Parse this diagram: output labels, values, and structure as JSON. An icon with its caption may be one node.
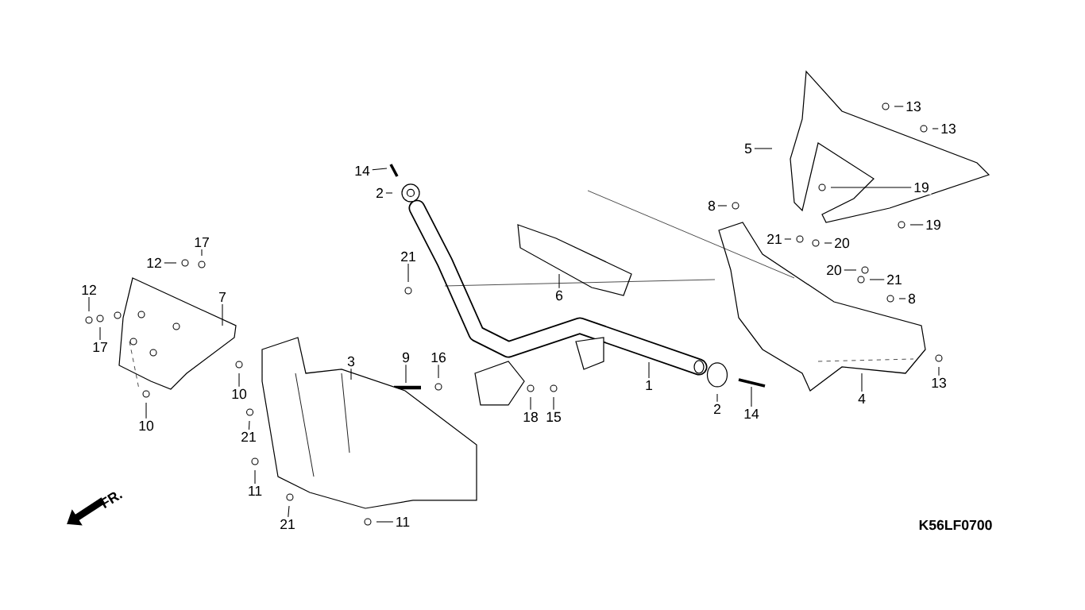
{
  "diagram": {
    "nodes": [
      {
        "text": [
          "14"
        ]
      },
      {
        "text": [
          "2"
        ]
      },
      {
        "text": [
          "21"
        ]
      },
      {
        "text": [
          "6"
        ]
      },
      {
        "text": [
          "9"
        ]
      },
      {
        "text": [
          "16"
        ]
      },
      {
        "text": [
          "18"
        ]
      },
      {
        "text": [
          "15"
        ]
      },
      {
        "text": [
          "1"
        ]
      },
      {
        "text": [
          "3"
        ]
      },
      {
        "text": [
          "2"
        ]
      },
      {
        "text": [
          "14"
        ]
      },
      {
        "text": [
          "4"
        ]
      },
      {
        "text": [
          "13"
        ]
      },
      {
        "text": [
          "5"
        ]
      },
      {
        "text": [
          "13"
        ]
      },
      {
        "text": [
          "13"
        ]
      },
      {
        "text": [
          "19"
        ]
      },
      {
        "text": [
          "8"
        ]
      },
      {
        "text": [
          "21"
        ]
      },
      {
        "text": [
          "20"
        ]
      },
      {
        "text": [
          "19"
        ]
      },
      {
        "text": [
          "20"
        ]
      },
      {
        "text": [
          "21"
        ]
      },
      {
        "text": [
          "8"
        ]
      },
      {
        "text": [
          "17"
        ]
      },
      {
        "text": [
          "12"
        ]
      },
      {
        "text": [
          "12"
        ]
      },
      {
        "text": [
          "7"
        ]
      },
      {
        "text": [
          "17"
        ]
      },
      {
        "text": [
          "10"
        ]
      },
      {
        "text": [
          "10"
        ]
      },
      {
        "text": [
          "21"
        ]
      },
      {
        "text": [
          "11"
        ]
      },
      {
        "text": [
          "21"
        ]
      },
      {
        "text": [
          "11"
        ]
      }
    ],
    "edges": [
      {
        "from": 0,
        "to": null,
        "arrow": "none"
      },
      {
        "from": 1,
        "to": null,
        "arrow": "none"
      },
      {
        "from": 2,
        "to": null,
        "arrow": "none"
      },
      {
        "from": 3,
        "to": null,
        "arrow": "none"
      },
      {
        "from": 4,
        "to": null,
        "arrow": "none"
      },
      {
        "from": 5,
        "to": null,
        "arrow": "none"
      },
      {
        "from": 6,
        "to": null,
        "arrow": "none"
      },
      {
        "from": 7,
        "to": null,
        "arrow": "none"
      },
      {
        "from": 8,
        "to": null,
        "arrow": "none"
      },
      {
        "from": 9,
        "to": null,
        "arrow": "none"
      },
      {
        "from": 10,
        "to": null,
        "arrow": "none"
      },
      {
        "from": 11,
        "to": null,
        "arrow": "none"
      },
      {
        "from": 12,
        "to": null,
        "arrow": "none"
      },
      {
        "from": 13,
        "to": null,
        "arrow": "none"
      },
      {
        "from": 14,
        "to": null,
        "arrow": "none"
      },
      {
        "from": 15,
        "to": null,
        "arrow": "none"
      },
      {
        "from": 16,
        "to": null,
        "arrow": "none"
      },
      {
        "from": 17,
        "to": null,
        "arrow": "none"
      },
      {
        "from": 18,
        "to": null,
        "arrow": "none"
      },
      {
        "from": 19,
        "to": null,
        "arrow": "none"
      },
      {
        "from": 20,
        "to": null,
        "arrow": "none"
      },
      {
        "from": 21,
        "to": null,
        "arrow": "none"
      },
      {
        "from": 22,
        "to": null,
        "arrow": "none"
      },
      {
        "from": 23,
        "to": null,
        "arrow": "none"
      },
      {
        "from": 24,
        "to": null,
        "arrow": "none"
      },
      {
        "from": 25,
        "to": null,
        "arrow": "none"
      },
      {
        "from": 26,
        "to": null,
        "arrow": "none"
      },
      {
        "from": 27,
        "to": null,
        "arrow": "none"
      },
      {
        "from": 28,
        "to": null,
        "arrow": "none"
      },
      {
        "from": 29,
        "to": null,
        "arrow": "none"
      },
      {
        "from": 30,
        "to": null,
        "arrow": "none"
      },
      {
        "from": 31,
        "to": null,
        "arrow": "none"
      },
      {
        "from": 32,
        "to": null,
        "arrow": "none"
      },
      {
        "from": 33,
        "to": null,
        "arrow": "none"
      },
      {
        "from": 34,
        "to": null,
        "arrow": "none"
      },
      {
        "from": 35,
        "to": null,
        "arrow": "none"
      }
    ],
    "labels": [
      "FR.",
      "K56LF0700"
    ]
  }
}
